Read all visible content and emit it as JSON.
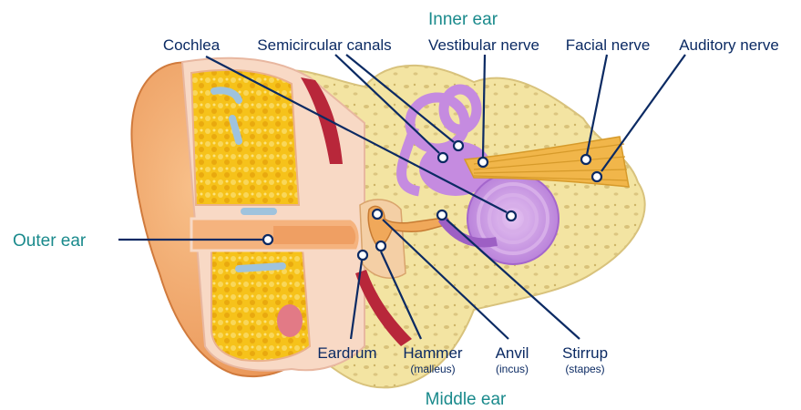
{
  "regions": {
    "inner_ear": "Inner ear",
    "outer_ear": "Outer ear",
    "middle_ear": "Middle ear"
  },
  "labels": {
    "cochlea": "Cochlea",
    "semicircular_canals": "Semicircular canals",
    "vestibular_nerve": "Vestibular nerve",
    "facial_nerve": "Facial nerve",
    "auditory_nerve": "Auditory nerve",
    "eardrum": "Eardrum",
    "hammer": "Hammer",
    "hammer_sub": "(malleus)",
    "anvil": "Anvil",
    "anvil_sub": "(incus)",
    "stirrup": "Stirrup",
    "stirrup_sub": "(stapes)"
  },
  "colors": {
    "label_text": "#0b2a63",
    "region_text": "#1a8a8c",
    "skin": "#f2a96b",
    "bone": "#f3e6a6",
    "fat": "#f5c518",
    "inner_ear_structures": "#c58be0",
    "nerve": "#f1b64a",
    "canal_vessel": "#b8273a"
  }
}
